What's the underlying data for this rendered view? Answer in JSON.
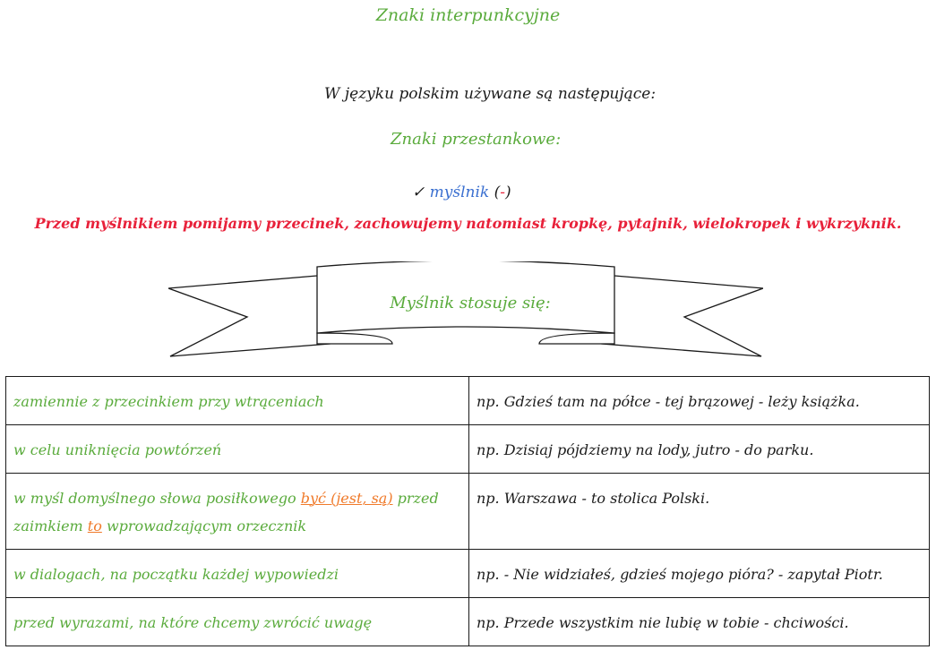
{
  "title": "Znaki interpunkcyjne",
  "intro": "W języku polskim używane są następujące:",
  "subtitle": "Znaki przestankowe:",
  "bullet": {
    "check": "✓",
    "term": "myślnik",
    "symbol_open": " (",
    "symbol": "-",
    "symbol_close": ")"
  },
  "rule": "Przed myślnikiem pomijamy przecinek, zachowujemy natomiast kropkę, pytajnik, wielokropek i wykrzyknik.",
  "banner": "Myślnik stosuje się:",
  "table": {
    "rows": [
      {
        "use": "zamiennie z przecinkiem przy wtrąceniach",
        "example": "np. Gdzieś tam na półce - tej brązowej - leży książka."
      },
      {
        "use": "w celu uniknięcia powtórzeń",
        "example": "np. Dzisiaj pójdziemy na lody, jutro - do parku."
      },
      {
        "use_part1": "w myśl domyślnego słowa posiłkowego ",
        "use_highlight1": "być (jest, są)",
        "use_part2": " przed zaimkiem ",
        "use_highlight2": "to",
        "use_part3": " wprowadzającym orzecznik",
        "example": "np. Warszawa - to stolica Polski."
      },
      {
        "use": "w dialogach, na początku każdej wypowiedzi",
        "example": "np. - Nie widziałeś, gdzieś mojego pióra? - zapytał Piotr."
      },
      {
        "use": "przed wyrazami, na które chcemy zwrócić uwagę",
        "example": "np. Przede wszystkim nie lubię w tobie - chciwości."
      }
    ]
  },
  "colors": {
    "green": "#5aab3c",
    "blue": "#3a6fd0",
    "red": "#e8213a",
    "orange": "#f07a2a",
    "text": "#1c1c1c"
  }
}
